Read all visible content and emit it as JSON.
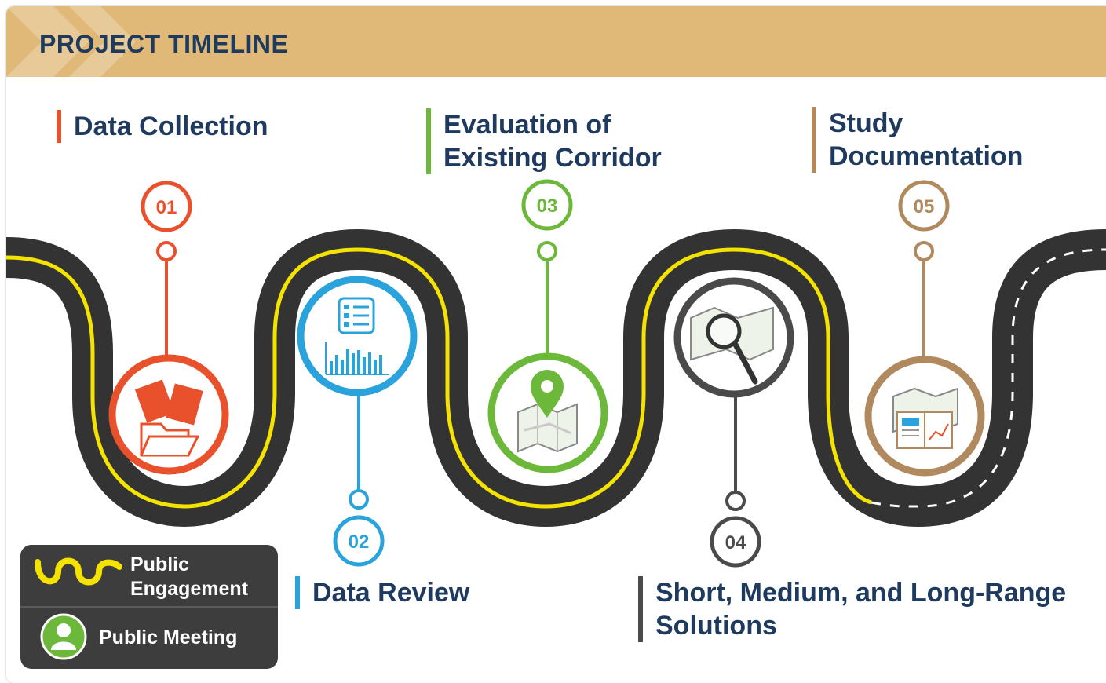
{
  "header": {
    "title": "PROJECT TIMELINE"
  },
  "colors": {
    "header_bg": "#e0b877",
    "title": "#1f3a5f",
    "road": "#333333",
    "road_stripe": "#f4e300",
    "step1": "#e8512c",
    "step2": "#2aa3dc",
    "step3": "#6cb83b",
    "step4": "#4a4a4a",
    "step5": "#b08a5e"
  },
  "steps": [
    {
      "number": "01",
      "lines": [
        "Data Collection"
      ],
      "icon": "folder-documents-icon"
    },
    {
      "number": "02",
      "lines": [
        "Data Review"
      ],
      "icon": "checklist-bar-chart-icon"
    },
    {
      "number": "03",
      "lines": [
        "Evaluation of",
        "Existing Corridor"
      ],
      "icon": "map-pin-icon"
    },
    {
      "number": "04",
      "lines": [
        "Short, Medium, and Long-Range",
        "Solutions"
      ],
      "icon": "map-magnifier-icon"
    },
    {
      "number": "05",
      "lines": [
        "Study",
        "Documentation"
      ],
      "icon": "map-report-icon"
    }
  ],
  "legend": {
    "public_engagement": [
      "Public",
      "Engagement"
    ],
    "public_meeting": "Public Meeting",
    "engagement_icon": "yellow-wave-icon",
    "meeting_icon": "person-icon"
  }
}
